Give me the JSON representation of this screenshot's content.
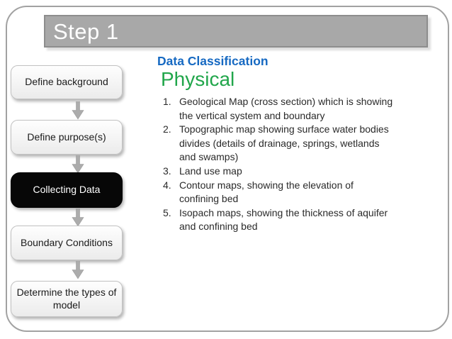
{
  "slide": {
    "title": "Step 1"
  },
  "flowchart": {
    "connector_icon": "arrow-down-icon",
    "steps": [
      {
        "label": "Define background",
        "highlighted": false
      },
      {
        "label": "Define purpose(s)",
        "highlighted": false
      },
      {
        "label": "Collecting Data",
        "highlighted": true
      },
      {
        "label": "Boundary Conditions",
        "highlighted": false
      },
      {
        "label": "Determine the types of model",
        "highlighted": false
      }
    ]
  },
  "content": {
    "heading": "Data Classification",
    "subheading": "Physical",
    "items": [
      {
        "number": "1.",
        "lines": [
          "Geological Map (cross section) which is showing",
          "the vertical system and boundary"
        ]
      },
      {
        "number": "2.",
        "lines": [
          "Topographic map showing surface water bodies",
          "divides (details of drainage, springs, wetlands",
          "and swamps)"
        ]
      },
      {
        "number": "3.",
        "lines": [
          "Land use map"
        ]
      },
      {
        "number": "4.",
        "lines": [
          "Contour maps, showing the elevation of",
          "confining bed"
        ]
      },
      {
        "number": "5.",
        "lines": [
          "Isopach maps, showing the thickness of aquifer",
          "and confining bed"
        ]
      }
    ]
  },
  "colors": {
    "heading_blue": "#1669c2",
    "subheading_green": "#21a64b",
    "title_bar_gray": "#a8a8a8",
    "active_step_bg": "#070707",
    "arrow_gray": "#acacac"
  }
}
